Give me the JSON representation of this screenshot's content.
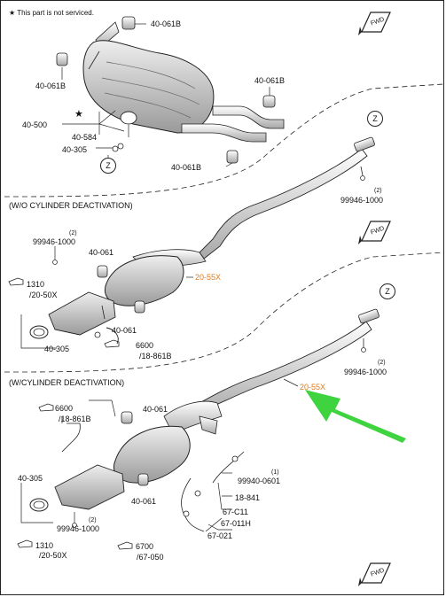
{
  "note": {
    "symbol": "★",
    "text": "This part is not serviced."
  },
  "fwd_label": "FWD",
  "sections": {
    "wo": "(W/O CYLINDER DEACTIVATION)",
    "w": "(W/CYLINDER DEACTIVATION)"
  },
  "labels": {
    "p40_061b_a": "40-061B",
    "p40_061b_b": "40-061B",
    "p40_061b_c": "40-061B",
    "p40_061b_d": "40-061B",
    "p40_500": "40-500",
    "p40_584": "40-584",
    "p40_305_a": "40-305",
    "z1": "Z",
    "z2": "Z",
    "z3": "Z",
    "q2a": "(2)",
    "p99946_a": "99946-1000",
    "q2b": "(2)",
    "p99946_b": "99946-1000",
    "p40_061_a": "40-061",
    "p1310_a": "1310",
    "p20_50x_a": "/20-50X",
    "p20_55x_a": "20-55X",
    "p40_305_b": "40-305",
    "p40_061_b": "40-061",
    "p6600_a": "6600",
    "p18_861b_a": "/18-861B",
    "q2c": "(2)",
    "p99946_c": "99946-1000",
    "p20_55x_b": "20-55X",
    "p6600_b": "6600",
    "p18_861b_b": "/18-861B",
    "p40_061_c": "40-061",
    "q1": "(1)",
    "p99940": "99940-0601",
    "p40_305_c": "40-305",
    "p18_841": "18-841",
    "p40_061_d": "40-061",
    "p67_c11": "67-C11",
    "q2d": "(2)",
    "p99946_d": "99946-1000",
    "p67_011h": "67-011H",
    "p67_021": "67-021",
    "p1310_b": "1310",
    "p20_50x_b": "/20-50X",
    "p6700": "6700",
    "p67_050": "/67-050"
  },
  "colors": {
    "highlight_label": "#e07b1e",
    "arrow": "#3fd33f",
    "line": "#222222"
  }
}
